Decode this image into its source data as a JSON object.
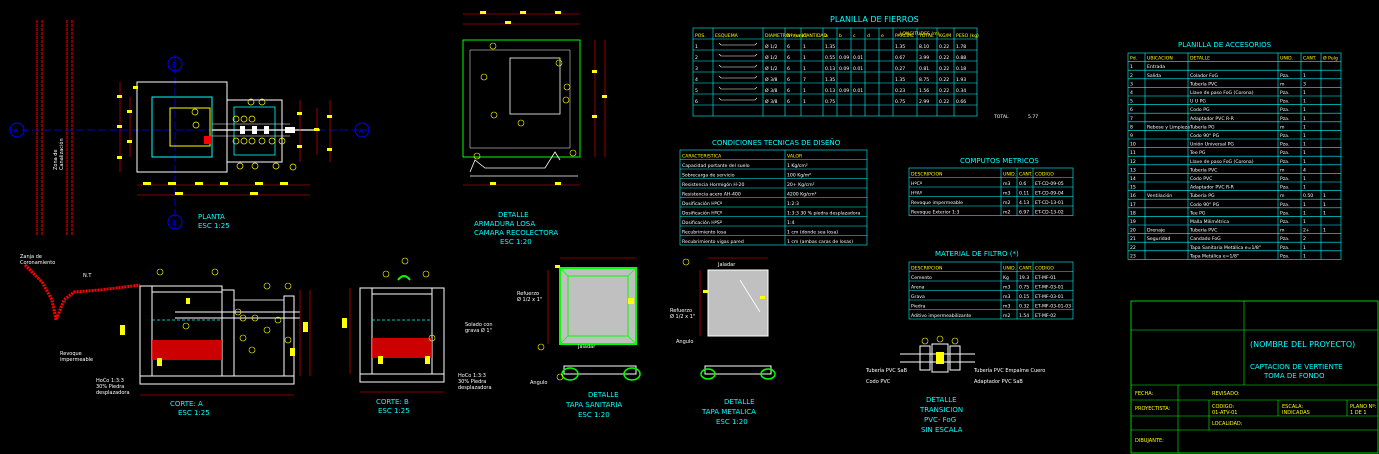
{
  "colors": {
    "background": "#000000",
    "cyan": "#00ffff",
    "yellow": "#ffff00",
    "white": "#ffffff",
    "red": "#ff0000",
    "green": "#00ff00",
    "blue": "#0000ff",
    "gray": "#c0c0c0"
  },
  "plan": {
    "marker_a": "A",
    "marker_b": "B",
    "label_outlet": "Zona de\nCanalización",
    "title": "PLANTA",
    "scale": "ESC 1:25"
  },
  "armadura": {
    "title": "DETALLE",
    "subtitle1": "ARMADURA LOSA",
    "subtitle2": "CAMARA RECOLECTORA",
    "scale": "ESC 1:20"
  },
  "corte_a": {
    "label_zanja": "Zanja de\nCoronamiento",
    "label_revoque": "Revoque\nimpermeable",
    "label_concrete": "HoCo 1:3:3\n30% Piedra\ndesplazadora",
    "title": "CORTE: A",
    "scale": "ESC 1:25"
  },
  "corte_b": {
    "label_grava": "Solado con\ngrava Ø 1\"",
    "label_concrete": "HoCo 1:3:3\n30% Piedra\ndesplazadora",
    "title": "CORTE: B",
    "scale": "ESC 1:25"
  },
  "tapa_sanitaria": {
    "label_refuerzo": "Refuerzo\nØ 1/2 x 1\"",
    "label_jaladar": "Jaladar",
    "label_angulo": "Angulo",
    "title": "DETALLE",
    "subtitle": "TAPA SANITARIA",
    "scale": "ESC 1:20"
  },
  "tapa_metalica": {
    "label_jaladar": "Jaladar",
    "label_refuerzo": "Refuerzo\nØ 1/2 x 1\"",
    "label_angulo": "Angulo",
    "title": "DETALLE",
    "subtitle": "TAPA METALICA",
    "scale": "ESC 1:20"
  },
  "transicion": {
    "label_left1": "Tubería PVC SaB",
    "label_left2": "Codo PVC",
    "label_right1": "Tubería PVC Empalme Cuero",
    "label_right2": "Adaptador PVC SaB",
    "title": "DETALLE",
    "subtitle": "TRANSICION",
    "subtitle2": "PVC- FoG",
    "scale": "SIN ESCALA"
  },
  "planilla_fierros": {
    "title": "PLANILLA DE FIERROS",
    "headers": [
      "POS.",
      "ESQUEMA",
      "DIAMETRO (mm)",
      "Nº (unid)",
      "CANTIDAD",
      "LONGITUDES (m)",
      "PARCIAL",
      "TOTAL",
      "KG/M",
      "PESO (kg)"
    ],
    "sub_headers": [
      "a",
      "b",
      "c",
      "d",
      "e"
    ],
    "rows": [
      [
        "1",
        "",
        "Ø 1/2",
        "6",
        "1",
        "1.35",
        "",
        "",
        "",
        "",
        "1.35",
        "8.10",
        "0.22",
        "1.78"
      ],
      [
        "2",
        "",
        "Ø 1/2",
        "6",
        "1",
        "0.55",
        "0.09",
        "0.01",
        "",
        "",
        "0.67",
        "3.99",
        "0.22",
        "0.88"
      ],
      [
        "3",
        "",
        "Ø 1/2",
        "6",
        "1",
        "0.13",
        "0.09",
        "0.01",
        "",
        "",
        "0.27",
        "0.81",
        "0.22",
        "0.18"
      ],
      [
        "4",
        "",
        "Ø 3/8",
        "6",
        "7",
        "1.35",
        "",
        "",
        "",
        "",
        "1.35",
        "8.75",
        "0.22",
        "1.93"
      ],
      [
        "5",
        "",
        "Ø 3/8",
        "6",
        "1",
        "0.13",
        "0.09",
        "0.01",
        "",
        "",
        "0.23",
        "1.56",
        "0.22",
        "0.34"
      ],
      [
        "6",
        "",
        "Ø 3/8",
        "6",
        "1",
        "0.75",
        "",
        "",
        "",
        "",
        "0.75",
        "2.99",
        "0.22",
        "0.66"
      ]
    ],
    "total_label": "TOTAL",
    "total_value": "5.77"
  },
  "condiciones": {
    "title": "CONDICIONES TECNICAS DE DISEÑO",
    "headers": [
      "CARACTERISTICA",
      "VALOR"
    ],
    "rows": [
      [
        "Capacidad portante del suelo",
        "1 Kg/cm²"
      ],
      [
        "Sobrecarga de servicio",
        "100 Kg/m²"
      ],
      [
        "Resistencia Hormigón H-20",
        "20+ Kg/cm²"
      ],
      [
        "Resistencia acero AH-400",
        "4200 Kg/cm²"
      ],
      [
        "Dosificación HºCº",
        "1:2:3"
      ],
      [
        "Dosificación HºCº",
        "1:3:3 30 % piedra desplazadora"
      ],
      [
        "Dosificación HºSº",
        "1:4"
      ],
      [
        "Recubrimiento losa",
        "1 cm (donde sea losa)"
      ],
      [
        "Recubrimiento vigas pared",
        "1 cm (ambas caras de losas)"
      ]
    ]
  },
  "computos": {
    "title": "COMPUTOS METRICOS",
    "headers": [
      "DESCRIPCION",
      "UNID.",
      "CANT.",
      "CODIGO"
    ],
    "rows": [
      [
        "HºCº",
        "m3",
        "0.6",
        "ET-CD-09-05"
      ],
      [
        "HºAº",
        "m3",
        "0.11",
        "ET-CD-09-04"
      ],
      [
        "Revoque impermeable",
        "m2",
        "4.13",
        "ET-CD-13-01"
      ],
      [
        "Revoque Exterior 1:3",
        "m2",
        "6.97",
        "ET-CD-13-02"
      ]
    ]
  },
  "material": {
    "title": "MATERIAL DE FILTRO (*)",
    "headers": [
      "DESCRIPCION",
      "UNID.",
      "CANT.",
      "CODIGO"
    ],
    "rows": [
      [
        "Cemento",
        "Kg",
        "19.3",
        "ET-MF-01"
      ],
      [
        "Arena",
        "m3",
        "0.75",
        "ET-MF-03-01"
      ],
      [
        "Grava",
        "m3",
        "0.15",
        "ET-MF-03-01"
      ],
      [
        "Piedra",
        "m3",
        "0.32",
        "ET-MF-03-01-03"
      ],
      [
        "Aditivo impermeabilizante",
        "m2",
        "1.54",
        "ET-MF-02"
      ]
    ]
  },
  "accesorios": {
    "title": "PLANILLA DE ACCESORIOS",
    "headers": [
      "Pd.",
      "UBICACION",
      "DETALLE",
      "UNID.",
      "CANT.",
      "Ø Pulg"
    ],
    "rows": [
      [
        "1",
        "Entrada",
        "",
        "",
        "",
        ""
      ],
      [
        "2",
        "Salida",
        "Colador FoG",
        "Pza.",
        "1",
        ""
      ],
      [
        "3",
        "",
        "Tubería PVC",
        "m",
        "3",
        ""
      ],
      [
        "4",
        "",
        "Llave de paso FoG (Corona)",
        "Pza.",
        "1",
        ""
      ],
      [
        "5",
        "",
        "U U PG",
        "Pza.",
        "1",
        ""
      ],
      [
        "6",
        "",
        "Codo PG",
        "Pza.",
        "1",
        ""
      ],
      [
        "7",
        "",
        "Adaptador PVC R-R",
        "Pza.",
        "1",
        ""
      ],
      [
        "8",
        "Rebose y Limpieza",
        "Tubería PG",
        "m",
        "1",
        ""
      ],
      [
        "9",
        "",
        "Codo 90° PG",
        "Pza.",
        "1",
        ""
      ],
      [
        "10",
        "",
        "Unión Universal PG",
        "Pza.",
        "1",
        ""
      ],
      [
        "11",
        "",
        "Tee PG",
        "Pza.",
        "1",
        ""
      ],
      [
        "12",
        "",
        "Llave de paso FoG (Corona)",
        "Pza.",
        "1",
        ""
      ],
      [
        "13",
        "",
        "Tubería PVC",
        "m",
        "4",
        ""
      ],
      [
        "14",
        "",
        "Codo PVC",
        "Pza.",
        "1",
        ""
      ],
      [
        "15",
        "",
        "Adaptador PVC R-R",
        "Pza.",
        "1",
        ""
      ],
      [
        "16",
        "Ventilación",
        "Tubería PG",
        "m",
        "0.50",
        "1"
      ],
      [
        "17",
        "",
        "Codo 90° PG",
        "Pza.",
        "1",
        "1"
      ],
      [
        "18",
        "",
        "Tee PG",
        "Pza.",
        "1",
        "1"
      ],
      [
        "19",
        "",
        "Malla Milimétrica",
        "Pza.",
        "1",
        ""
      ],
      [
        "20",
        "Drenaje",
        "Tubería PVC",
        "m",
        "2+",
        "1"
      ],
      [
        "21",
        "Seguridad",
        "Candado FoG",
        "Pza.",
        "2",
        ""
      ],
      [
        "22",
        "",
        "Tapa Sanitaria Metálica e=1/8\"",
        "Pza.",
        "1",
        ""
      ],
      [
        "23",
        "",
        "Tapa Metálica e=1/8\"",
        "Pza.",
        "1",
        ""
      ]
    ]
  },
  "title_block": {
    "project_name": "(NOMBRE DEL PROYECTO)",
    "drawing_title1": "CAPTACION DE VERTIENTE",
    "drawing_title2": "TOMA DE FONDO",
    "fecha_label": "FECHA:",
    "revisado_label": "REVISADO:",
    "proyectista_label": "PROYECTISTA:",
    "codigo_label": "CODIGO:",
    "codigo_value": "01-ATV-01",
    "escala_label": "ESCALA:",
    "escala_value": "INDICADAS",
    "plano_label": "PLANO Nº:",
    "plano_value": "1 DE 1",
    "localidad_label": "LOCALIDAD:",
    "dibujante_label": "DIBUJANTE:"
  }
}
